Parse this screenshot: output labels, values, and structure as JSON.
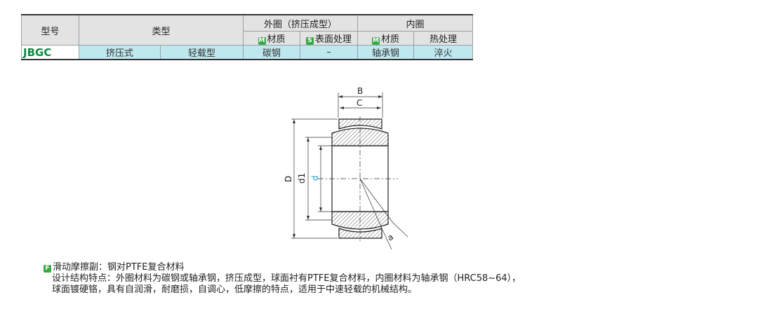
{
  "table": {
    "header": {
      "model": "型号",
      "type": "类型",
      "outer_ring": "外圈（挤压成型）",
      "inner_ring": "内圈",
      "outer_material_badge": "M",
      "outer_material": "材质",
      "outer_surface_badge": "S",
      "outer_surface": "表面处理",
      "inner_material_badge": "M",
      "inner_material": "材质",
      "inner_heat": "热处理"
    },
    "row": {
      "model": "JBGC",
      "type1": "挤压式",
      "type2": "轻载型",
      "outer_material": "碳钢",
      "outer_surface": "–",
      "inner_material": "轴承钢",
      "inner_heat": "淬火"
    }
  },
  "diagram": {
    "label_B": "B",
    "label_C": "C",
    "label_D": "D",
    "label_d1": "d1",
    "label_d": "d",
    "label_a": "a"
  },
  "notes": {
    "badge": "F",
    "title": "滑动摩擦副：钢对PTFE复合材料",
    "line1": "设计结构特点：外圈材料为碳钢或轴承钢，挤压成型，球面衬有PTFE复合材料，内圈材料为轴承钢（HRC58~64），",
    "line2": "球面镀硬铬，具有自润滑，耐磨损，自调心，低摩擦的特点，适用于中速轻载的机械结构。"
  },
  "colors": {
    "header_bg": "#e3e3e3",
    "data_bg": "#bfe7ee",
    "model_green": "#0a8a45",
    "badge_green": "#39a947",
    "dim_cyan": "#1aa3c9"
  }
}
